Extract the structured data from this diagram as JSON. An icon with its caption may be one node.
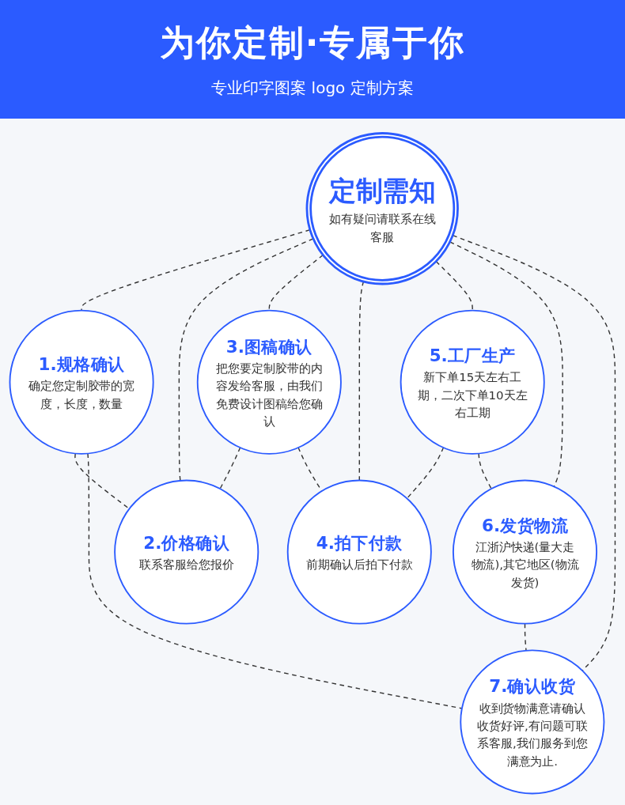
{
  "diagram": {
    "title": "为你定制·专属于你",
    "labels": [
      "专业印字图案 logo 定制方案"
    ],
    "nodes": [
      {
        "text": [
          "定制需知",
          "如有疑问请联系在线客服"
        ]
      },
      {
        "text": [
          "1.规格确认",
          "确定您定制胶带的宽度，长度，数量"
        ]
      },
      {
        "text": [
          "2.价格确认",
          "联系客服给您报价"
        ]
      },
      {
        "text": [
          "3.图稿确认",
          "把您要定制胶带的内容发给客服，由我们免费设计图稿给您确认"
        ]
      },
      {
        "text": [
          "4.拍下付款",
          "前期确认后拍下付款"
        ]
      },
      {
        "text": [
          "5.工厂生产",
          "新下单15天左右工期，二次下单10天左右工期"
        ]
      },
      {
        "text": [
          "6.发货物流",
          "江浙沪快递(量大走物流),其它地区(物流发货)"
        ]
      },
      {
        "text": [
          "7.确认收货",
          "收到货物满意请确认收货好评,有问题可联系客服,我们服务到您满意为止."
        ]
      }
    ],
    "edges": [
      {
        "from": 0,
        "to": 1,
        "arrow": "none",
        "style": "dashed"
      },
      {
        "from": 0,
        "to": 2,
        "arrow": "none",
        "style": "dashed"
      },
      {
        "from": 0,
        "to": 3,
        "arrow": "none",
        "style": "dashed"
      },
      {
        "from": 0,
        "to": 4,
        "arrow": "none",
        "style": "dashed"
      },
      {
        "from": 0,
        "to": 5,
        "arrow": "none",
        "style": "dashed"
      },
      {
        "from": 0,
        "to": 6,
        "arrow": "none",
        "style": "dashed"
      },
      {
        "from": 0,
        "to": 7,
        "arrow": "none",
        "style": "dashed"
      },
      {
        "from": 1,
        "to": 2,
        "arrow": "none",
        "style": "dashed"
      },
      {
        "from": 3,
        "to": 2,
        "arrow": "none",
        "style": "dashed"
      },
      {
        "from": 3,
        "to": 4,
        "arrow": "none",
        "style": "dashed"
      },
      {
        "from": 5,
        "to": 4,
        "arrow": "none",
        "style": "dashed"
      },
      {
        "from": 5,
        "to": 6,
        "arrow": "none",
        "style": "dashed"
      },
      {
        "from": 6,
        "to": 7,
        "arrow": "none",
        "style": "dashed"
      },
      {
        "from": 1,
        "to": 7,
        "arrow": "none",
        "style": "dashed"
      }
    ]
  }
}
